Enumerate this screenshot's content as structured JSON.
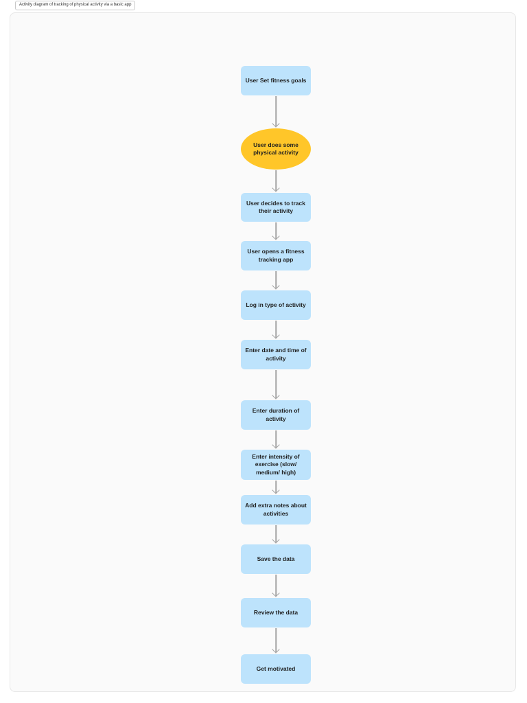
{
  "header": {
    "title": "Activity diagram of tracking of physical activity via a basic app"
  },
  "colors": {
    "canvas_bg": "#fafafa",
    "canvas_border": "#e7e7e7",
    "node_blue": "#bde3fc",
    "node_yellow": "#ffc629",
    "arrow": "#a3a3a3",
    "text": "#1f1f1f"
  },
  "flow": {
    "nodes": [
      {
        "type": "rect",
        "label": "User Set fitness goals"
      },
      {
        "type": "ellipse",
        "label": "User does some physical activity"
      },
      {
        "type": "rect",
        "label": "User decides to track their activity"
      },
      {
        "type": "rect",
        "label": "User opens a fitness tracking app"
      },
      {
        "type": "rect",
        "label": "Log in type of activity"
      },
      {
        "type": "rect",
        "label": "Enter date and time of activity"
      },
      {
        "type": "rect",
        "label": "Enter duration of activity"
      },
      {
        "type": "rect",
        "label": "Enter intensity of exercise (slow/ medium/ high)"
      },
      {
        "type": "rect",
        "label": "Add extra notes about activities"
      },
      {
        "type": "rect",
        "label": "Save the data"
      },
      {
        "type": "rect",
        "label": "Review the data"
      },
      {
        "type": "rect",
        "label": "Get motivated"
      }
    ],
    "connector_count": 11
  }
}
